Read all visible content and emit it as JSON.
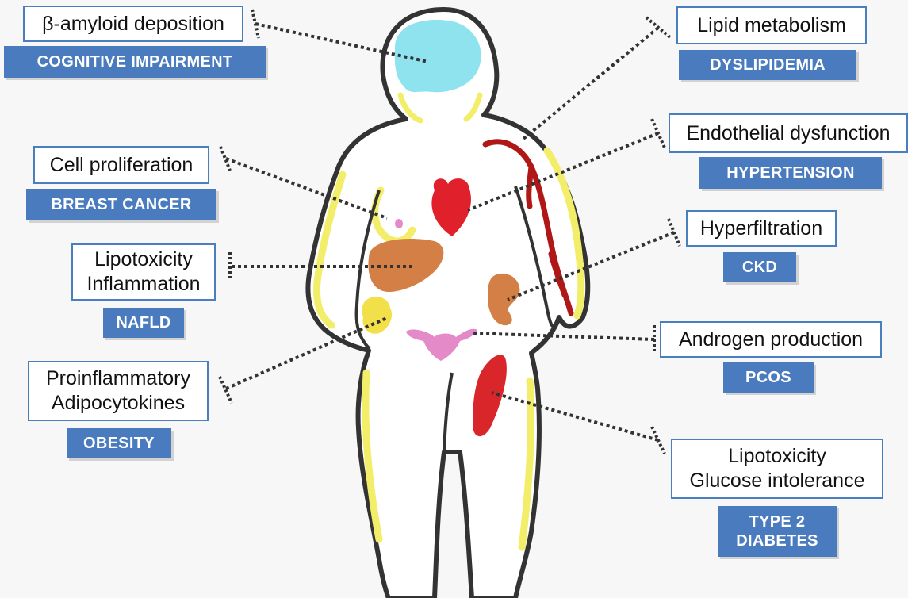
{
  "annotations": [
    {
      "id": "amyloid",
      "mechanism": [
        "β-amyloid deposition"
      ],
      "condition": [
        "COGNITIVE IMPAIRMENT"
      ]
    },
    {
      "id": "lipid",
      "mechanism": [
        "Lipid metabolism"
      ],
      "condition": [
        "DYSLIPIDEMIA"
      ]
    },
    {
      "id": "cell",
      "mechanism": [
        "Cell proliferation"
      ],
      "condition": [
        "BREAST CANCER"
      ]
    },
    {
      "id": "endothelial",
      "mechanism": [
        "Endothelial dysfunction"
      ],
      "condition": [
        "HYPERTENSION"
      ]
    },
    {
      "id": "liver",
      "mechanism": [
        "Lipotoxicity",
        "Inflammation"
      ],
      "condition": [
        "NAFLD"
      ]
    },
    {
      "id": "kidney",
      "mechanism": [
        "Hyperfiltration"
      ],
      "condition": [
        "CKD"
      ]
    },
    {
      "id": "androgen",
      "mechanism": [
        "Androgen production"
      ],
      "condition": [
        "PCOS"
      ]
    },
    {
      "id": "adipose",
      "mechanism": [
        "Proinflammatory",
        "Adipocytokines"
      ],
      "condition": [
        "OBESITY"
      ]
    },
    {
      "id": "muscle",
      "mechanism": [
        "Lipotoxicity",
        "Glucose intolerance"
      ],
      "condition": [
        "TYPE 2",
        "DIABETES"
      ]
    }
  ],
  "colors": {
    "box_border": "#4a7fbf",
    "tag_fill": "#4a7bbf",
    "tag_text": "#ffffff",
    "body_fill": "#ffffff",
    "body_outline": "#333333",
    "fat_highlight": "#f3ee6a",
    "brain": "#8fe3ef",
    "heart": "#e0202a",
    "liver": "#d47f45",
    "kidney": "#d47f45",
    "artery": "#b01818",
    "uterus": "#e48ac8",
    "muscle": "#d8262a",
    "adipose": "#f2e04a",
    "connector": "#333333"
  }
}
